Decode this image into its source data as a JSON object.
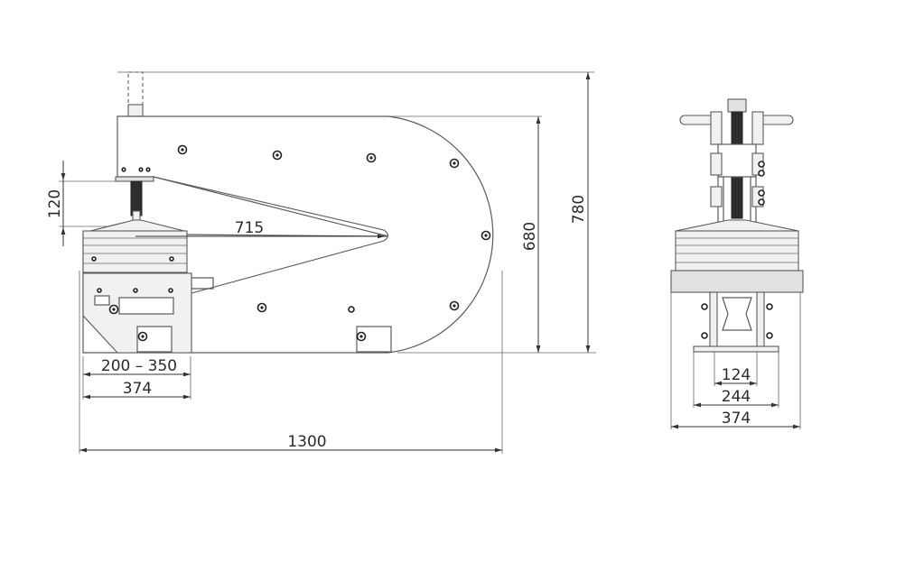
{
  "dimensions": {
    "side_view": {
      "stroke_height": "120",
      "throat_depth": "715",
      "frame_height": "680",
      "overall_height": "780",
      "daylight_range": "200 – 350",
      "base_width": "374",
      "overall_length": "1300"
    },
    "front_view": {
      "inner_width": "124",
      "mid_width": "244",
      "base_width": "374"
    }
  }
}
